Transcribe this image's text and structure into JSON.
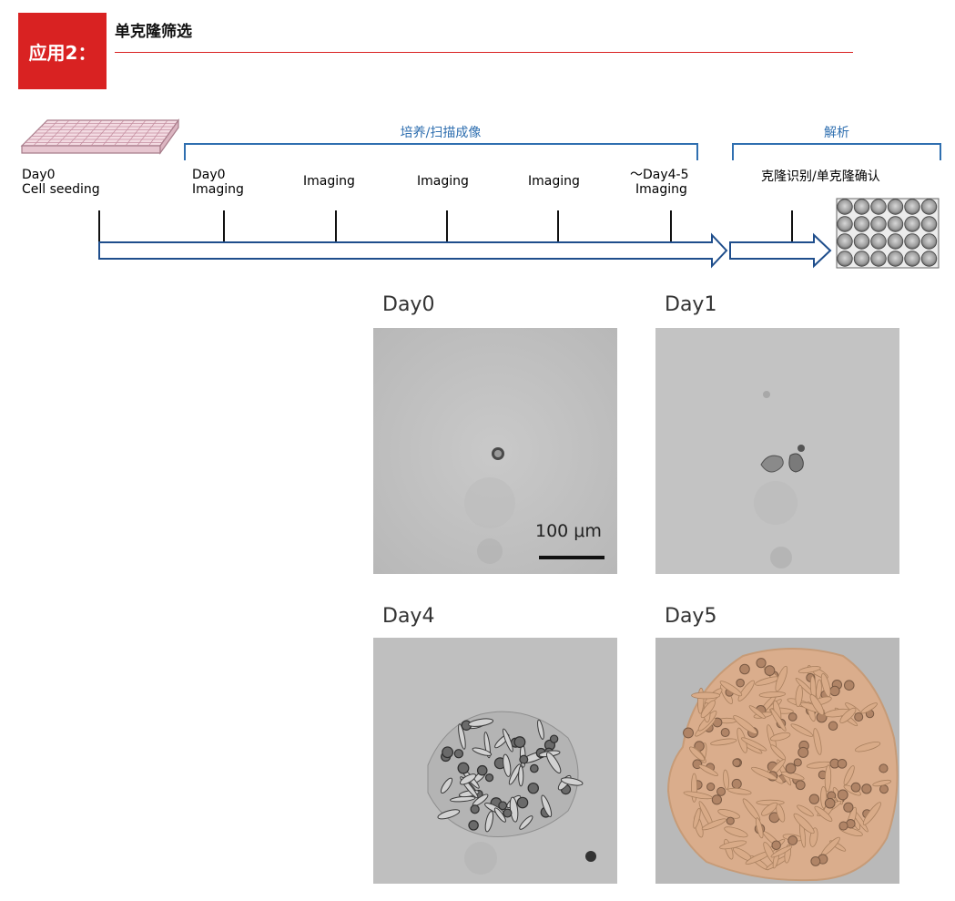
{
  "header": {
    "badge": "应用2：",
    "title": "单克隆筛选",
    "accent_color": "#d92222"
  },
  "timeline": {
    "culture_bracket": "培养/扫描成像",
    "analysis_bracket": "解析",
    "bracket_color": "#2f6fb0",
    "arrow_color": "#1f4e8c",
    "stages": [
      {
        "line1": "Day0",
        "line2": "Cell seeding"
      },
      {
        "line1": "Day0",
        "line2": "Imaging"
      },
      {
        "line1": "Imaging",
        "line2": ""
      },
      {
        "line1": "Imaging",
        "line2": ""
      },
      {
        "line1": "Imaging",
        "line2": ""
      },
      {
        "line1": "～Day4-5",
        "line2": "Imaging"
      }
    ],
    "analysis_label": "克隆识别/单克隆确认"
  },
  "images": {
    "day0": "Day0",
    "day1": "Day1",
    "day4": "Day4",
    "day5": "Day5",
    "scale_label": "100 μm"
  }
}
